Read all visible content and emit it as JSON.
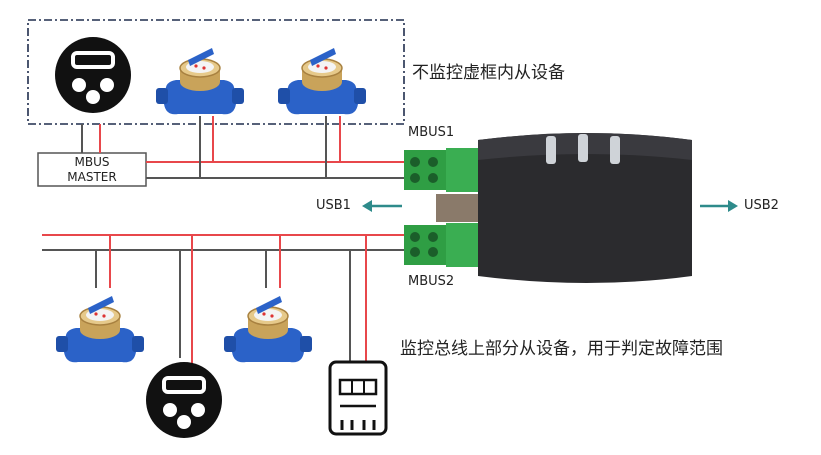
{
  "labels": {
    "master_line1": "MBUS",
    "master_line2": "MASTER",
    "mbus1": "MBUS1",
    "mbus2": "MBUS2",
    "usb1": "USB1",
    "usb2": "USB2",
    "note_top": "不监控虚框内从设备",
    "note_bottom": "监控总线上部分从设备，用于判定故障范围"
  },
  "colors": {
    "wire_red": "#e8474b",
    "wire_dark": "#555555",
    "arrow": "#2e8b8b",
    "terminal_green": "#2f9e44",
    "device_body": "#2b2b2e",
    "meter_blue": "#2b62c8",
    "meter_brass": "#c9a35a",
    "dashed_box": "#1f2d4d"
  },
  "icons": [
    "heat-meter-icon",
    "water-meter-icon",
    "electric-meter-icon",
    "usb-arrow-icon"
  ]
}
